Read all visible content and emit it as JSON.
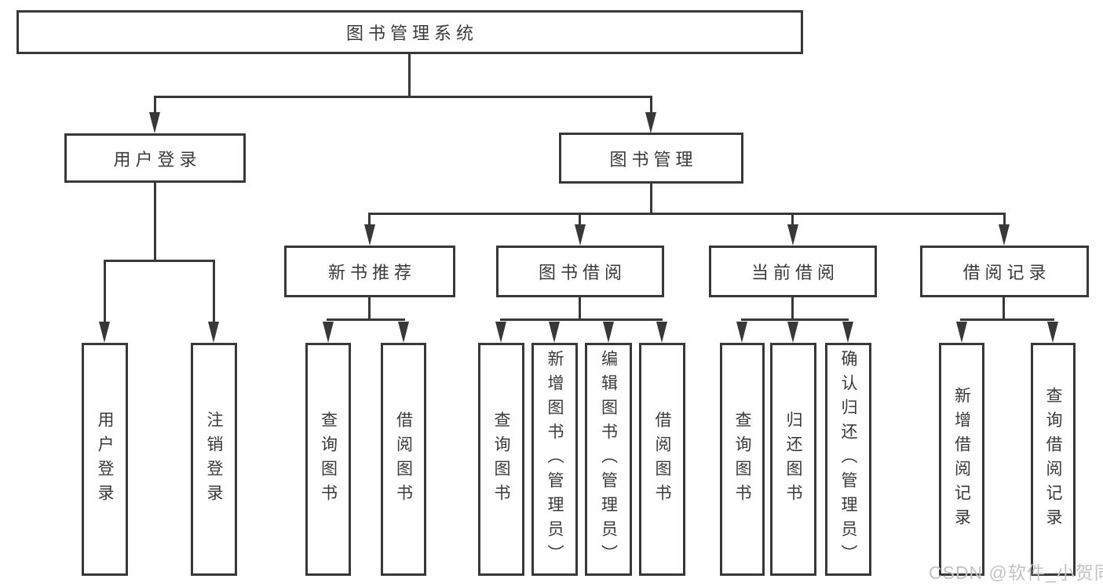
{
  "diagram": {
    "title": "图书管理系统",
    "nodes": {
      "root": "图书管理系统",
      "user_login": "用户登录",
      "book_mgmt": "图书管理",
      "new_books": "新书推荐",
      "book_borrow": "图书借阅",
      "current_borrow": "当前借阅",
      "borrow_records": "借阅记录",
      "leaf_user_login": "用户登录",
      "leaf_logout": "注销登录",
      "nb_query_books": "查询图书",
      "nb_borrow_books": "借阅图书",
      "bb_query_books": "查询图书",
      "bb_add_books_admin": "新增图书（管理员）",
      "bb_edit_books_admin": "编辑图书（管理员）",
      "bb_borrow_books": "借阅图书",
      "cb_query_books": "查询图书",
      "cb_return_books": "归还图书",
      "cb_confirm_return_admin": "确认归还（管理员）",
      "br_add_record": "新增借阅记录",
      "br_query_record": "查询借阅记录"
    },
    "watermark": "CSDN @软件_小贺同学",
    "colors": {
      "line": "#383838",
      "box_border": "#383838",
      "box_fill": "#ffffff",
      "text": "#3a3a3a",
      "watermark": "#c3c3c3"
    }
  }
}
